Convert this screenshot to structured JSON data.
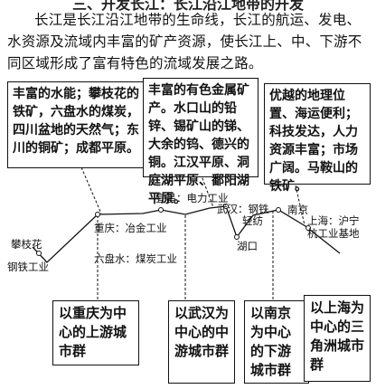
{
  "header_fragment": "三、开发长江：长江沿江地带的开发",
  "paragraph": "长江是长江沿江地带的生命线，长江的航运、发电、水资源及流域内丰富的矿产资源，使长江上、中、下游不同区域形成了富有特色的流域发展之路。",
  "resource_boxes": [
    "丰富的水能；攀枝花的铁矿，六盘水的煤炭，四川盆地的天然气；东川的铜矿；成都平原。",
    "丰富的有色金属矿产。水口山的铅锌、锡矿山的锑、大余的钨、德兴的铜。江汉平原、洞庭湖平原、鄱阳湖平原。",
    "优越的地理位置、海运便利；科技发达，人力资源丰富；市场广阔。马鞍山的铁矿。"
  ],
  "place_labels": {
    "panzhihua": "攀枝花",
    "panzhihua_industry": "钢铁工业",
    "chongqing": "重庆：冶金工业",
    "liupanshui": "六盘水：煤炭工业",
    "yichang": "宜昌：电力工业",
    "wuhan": "武汉：钢铁",
    "wuhan_industry2": "轻纺",
    "hukou": "湖口",
    "nanjing": "南京",
    "shanghai": "上海：沪宁",
    "shanghai_industry": "杭工业基地"
  },
  "city_groups": [
    "以重庆为中心的上游城市群",
    "以武汉为中心的中游城市群",
    "以南京为中心的下游城市群",
    "以上海为中心的三角洲城市群"
  ]
}
